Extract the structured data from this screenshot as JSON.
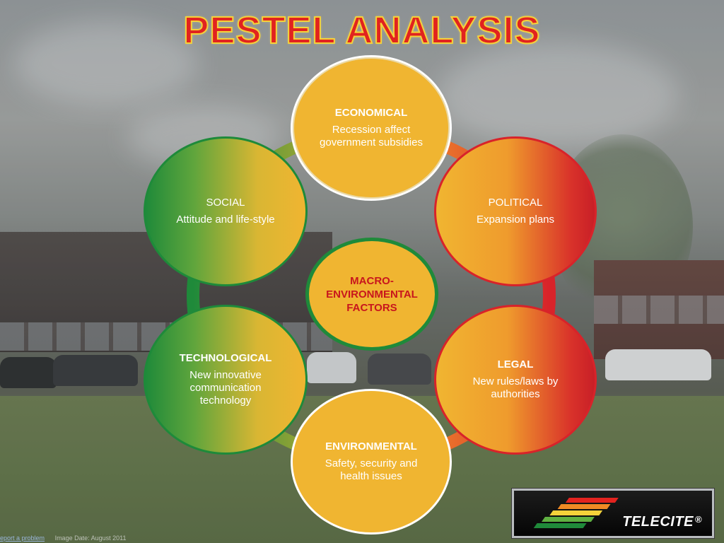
{
  "title": "PESTEL ANALYSIS",
  "center": {
    "label": "MACRO-\nENVIRONMENTAL\nFACTORS"
  },
  "factors": {
    "economical": {
      "heading": "ECONOMICAL",
      "text": "Recession affect government subsidies"
    },
    "political": {
      "heading": "POLITICAL",
      "text": "Expansion plans"
    },
    "legal": {
      "heading": "LEGAL",
      "text": "New rules/laws by authorities"
    },
    "environmental": {
      "heading": "ENVIRONMENTAL",
      "text": "Safety, security and health issues"
    },
    "technological": {
      "heading": "TECHNOLOGICAL",
      "text": "New innovative communication technology"
    },
    "social": {
      "heading": "SOCIAL",
      "text": "Attitude and life-style"
    }
  },
  "logo": {
    "text": "TELECITE",
    "mark": "®"
  },
  "attribution": {
    "link": "eport a problem",
    "date": "Image Date: August 2011"
  },
  "colors": {
    "title_fill": "#e1231f",
    "title_outline": "#f4d23a",
    "circle_yellow": "#f0b531",
    "ring_green": "#1f8a3a",
    "ring_red": "#d8232a"
  }
}
